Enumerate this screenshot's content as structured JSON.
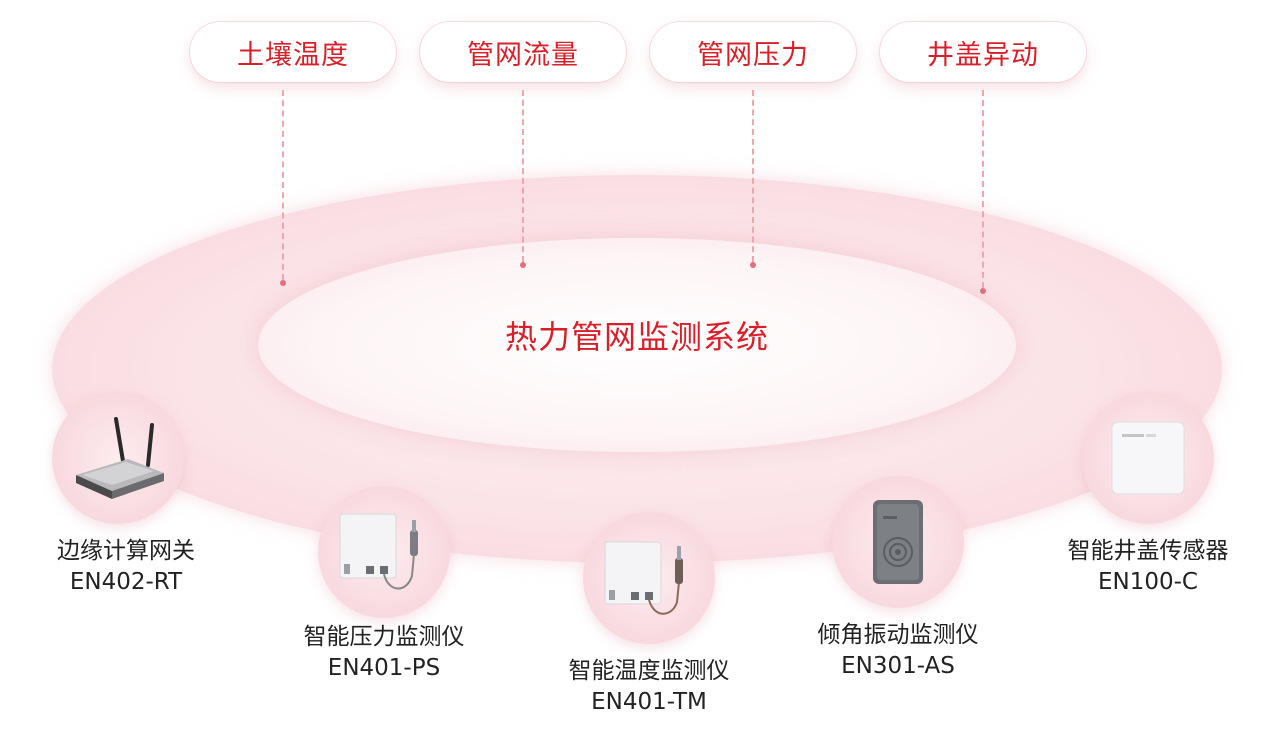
{
  "categories": [
    {
      "label": "土壤温度"
    },
    {
      "label": "管网流量"
    },
    {
      "label": "管网压力"
    },
    {
      "label": "井盖异动"
    }
  ],
  "system_title": "热力管网监测系统",
  "devices": [
    {
      "name": "边缘计算网关",
      "model": "EN402-RT",
      "icon": "gateway-router-icon"
    },
    {
      "name": "智能压力监测仪",
      "model": "EN401-PS",
      "icon": "pressure-sensor-icon"
    },
    {
      "name": "智能温度监测仪",
      "model": "EN401-TM",
      "icon": "temperature-sensor-icon"
    },
    {
      "name": "倾角振动监测仪",
      "model": "EN301-AS",
      "icon": "vibration-sensor-icon"
    },
    {
      "name": "智能井盖传感器",
      "model": "EN100-C",
      "icon": "manhole-sensor-icon"
    }
  ],
  "colors": {
    "accent": "#d8202a",
    "ring": "#f7d1d7",
    "text": "#222222"
  }
}
